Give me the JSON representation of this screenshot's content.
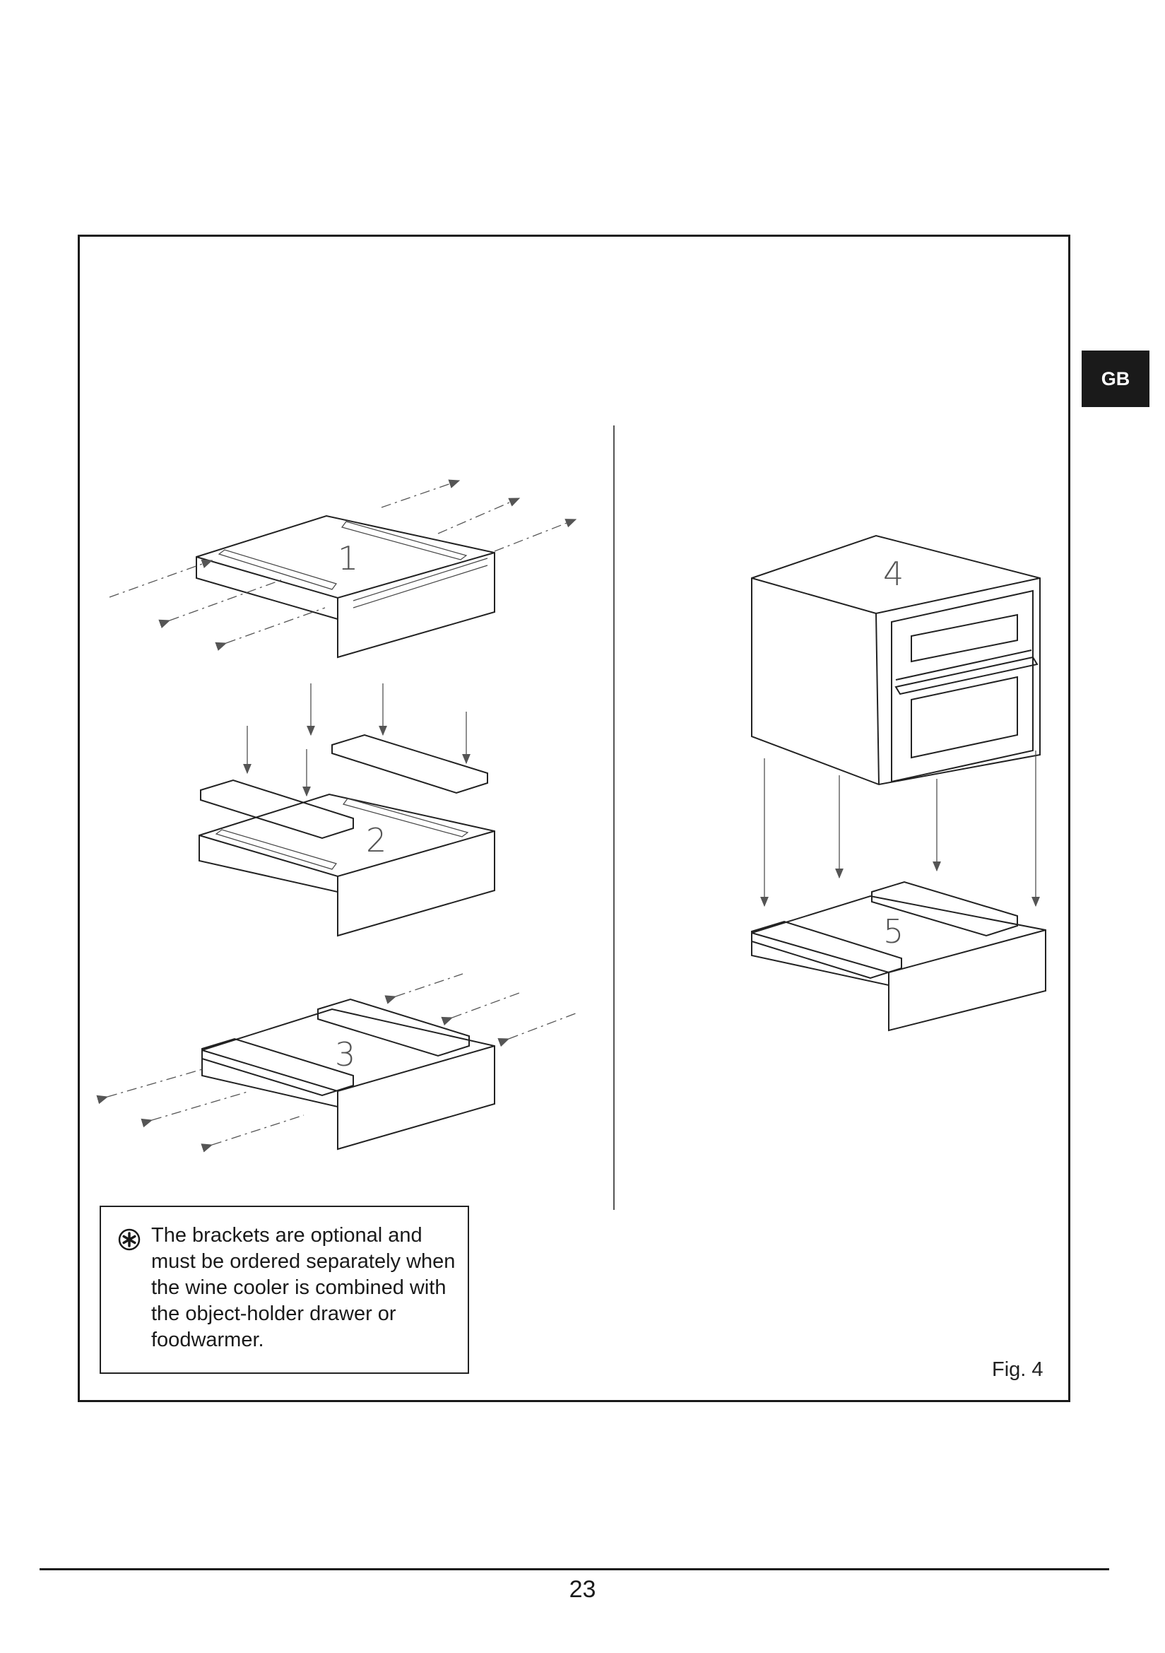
{
  "side_tab": {
    "label": "GB"
  },
  "figure": {
    "caption": "Fig. 4",
    "step_labels": [
      "1",
      "2",
      "3",
      "4",
      "5"
    ]
  },
  "note": {
    "icon": "asterisk-circle-icon",
    "text": "The brackets are optional and must be ordered separately when the wine cooler is combined with the object-holder drawer or foodwarmer."
  },
  "page": {
    "number": "23"
  }
}
